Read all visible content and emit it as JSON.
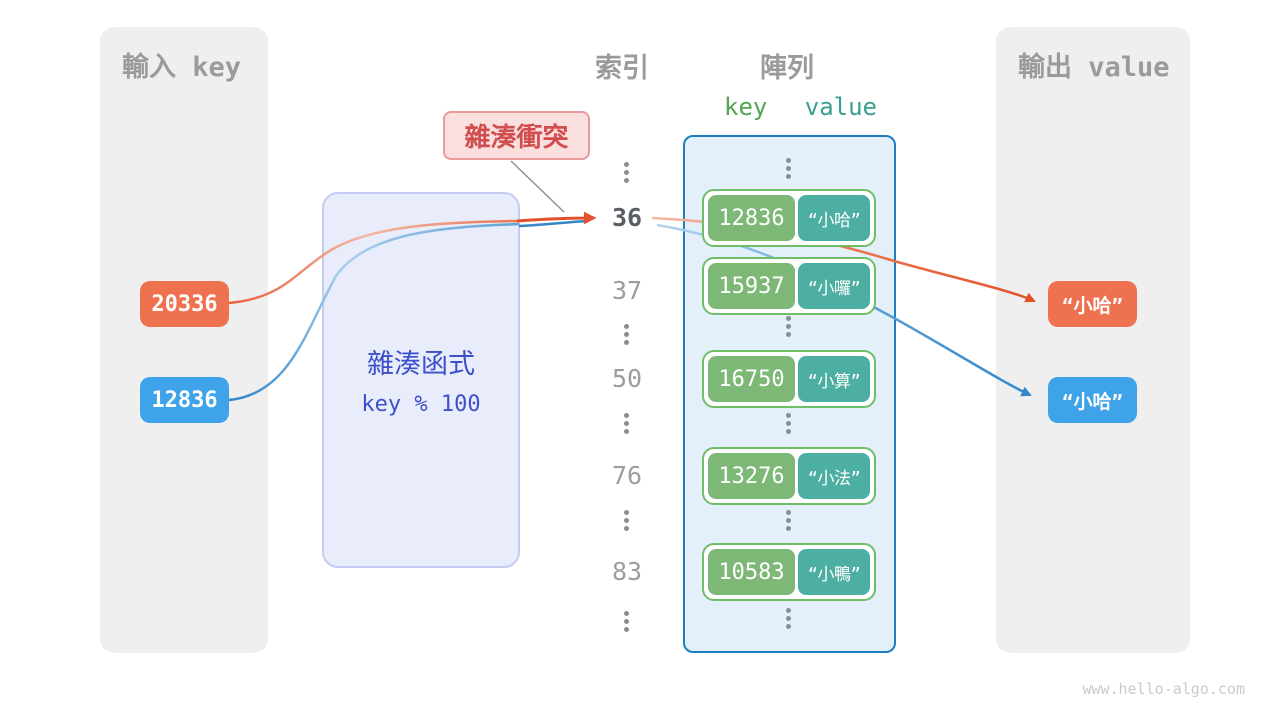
{
  "watermark": "www.hello-algo.com",
  "panels": {
    "input": {
      "title": "輸入 key"
    },
    "output": {
      "title": "輸出 value"
    }
  },
  "inputs": [
    {
      "value": "20336"
    },
    {
      "value": "12836"
    }
  ],
  "hash_function": {
    "title": "雜湊函式",
    "formula": "key % 100"
  },
  "collision_label": {
    "text": "雜湊衝突"
  },
  "headers": {
    "index": "索引",
    "array": "陣列",
    "key": "key",
    "value": "value"
  },
  "index_column": {
    "values": [
      "36",
      "37",
      "50",
      "76",
      "83"
    ],
    "highlighted": "36"
  },
  "array_rows": [
    {
      "key": "12836",
      "value": "“小哈”"
    },
    {
      "key": "15937",
      "value": "“小囉”"
    },
    {
      "key": "16750",
      "value": "“小算”"
    },
    {
      "key": "13276",
      "value": "“小法”"
    },
    {
      "key": "10583",
      "value": "“小鴨”"
    }
  ],
  "outputs": [
    {
      "value": "“小哈”"
    },
    {
      "value": "“小哈”"
    }
  ],
  "colors": {
    "orange": "#ee7150",
    "blue": "#3fa3ea",
    "green_key": "#7db877",
    "teal_value": "#4cafa2",
    "row_border": "#6ebe67",
    "array_bg": "#e3f0fa",
    "array_border": "#1b7ec2",
    "hash_bg": "#e9ecfa",
    "hash_border": "#c6cbf1",
    "hash_text": "#3b50c9",
    "collision_bg": "#fbdfdf",
    "collision_border": "#e99a9a",
    "collision_text": "#d14e4e",
    "panel_bg": "#efeff0",
    "header_gray": "#9b9b9b",
    "arrow_orange": "#e2512b",
    "arrow_blue": "#3386c9"
  }
}
